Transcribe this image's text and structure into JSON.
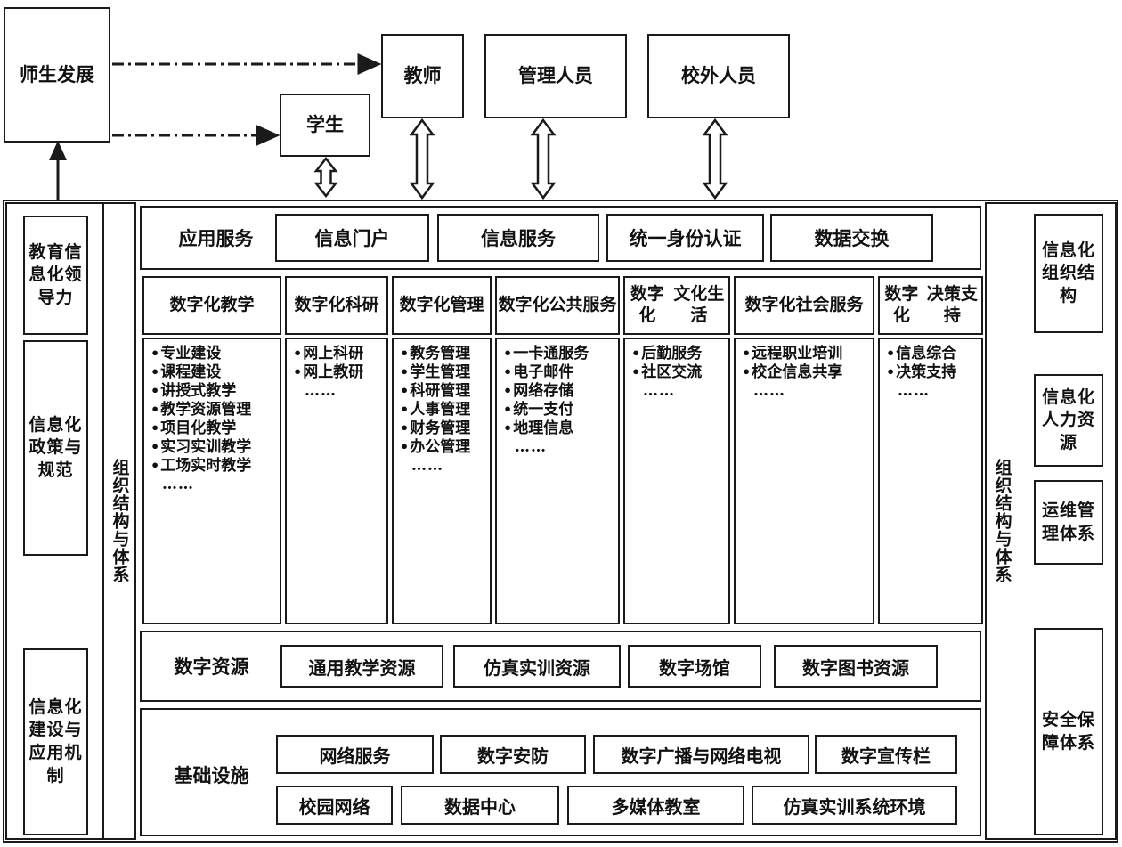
{
  "top_actors": {
    "development": "师生发展",
    "student": "学生",
    "teacher": "教师",
    "admin": "管理人员",
    "outsider": "校外人员"
  },
  "left_column": {
    "vertical_label": "组织结构与体系",
    "items": [
      {
        "label": "教育信息化领导力"
      },
      {
        "label": "信息化政策与规范"
      },
      {
        "label": "信息化建设与应用机制"
      }
    ]
  },
  "right_column": {
    "vertical_label": "组织结构与体系",
    "items": [
      {
        "label": "信息化组织结构"
      },
      {
        "label": "信息化人力资源"
      },
      {
        "label": "运维管理体系"
      },
      {
        "label": "安全保障体系"
      }
    ]
  },
  "application_services": {
    "label": "应用服务",
    "buttons": [
      "信息门户",
      "信息服务",
      "统一身份认证",
      "数据交换"
    ]
  },
  "digital_columns": [
    {
      "title": "数字化\n教学",
      "items": [
        "专业建设",
        "课程建设",
        "讲授式教学",
        "教学资源管理",
        "项目化教学",
        "实习实训教学",
        "工场实时教学"
      ],
      "ellipsis": "……"
    },
    {
      "title": "数字化\n科研",
      "items": [
        "网上科研",
        "网上教研"
      ],
      "ellipsis": "……"
    },
    {
      "title": "数字化\n管理",
      "items": [
        "教务管理",
        "学生管理",
        "科研管理",
        "人事管理",
        "财务管理",
        "办公管理"
      ],
      "ellipsis": "……"
    },
    {
      "title": "数字化\n公共服务",
      "items": [
        "一卡通服务",
        "电子邮件",
        "网络存储",
        "统一支付",
        "地理信息"
      ],
      "ellipsis": "……"
    },
    {
      "title": "数字化\n文化生活",
      "items": [
        "后勤服务",
        "社区交流"
      ],
      "ellipsis": "……"
    },
    {
      "title": "数字化\n社会服务",
      "items": [
        "远程职业培训",
        "校企信息共享"
      ],
      "ellipsis": "……"
    },
    {
      "title": "数字化\n决策支持",
      "items": [
        "信息综合",
        "决策支持"
      ],
      "ellipsis": "……"
    }
  ],
  "digital_resources": {
    "label": "数字资源",
    "buttons": [
      "通用教学资源",
      "仿真实训资源",
      "数字场馆",
      "数字图书资源"
    ]
  },
  "infrastructure": {
    "label": "基础设施",
    "row1": [
      "网络服务",
      "数字安防",
      "数字广播与网络电视",
      "数字宣传栏"
    ],
    "row2": [
      "校园网络",
      "数据中心",
      "多媒体教室",
      "仿真实训系统环境"
    ]
  },
  "colors": {
    "line": "#1a1a1a",
    "background": "#ffffff"
  }
}
